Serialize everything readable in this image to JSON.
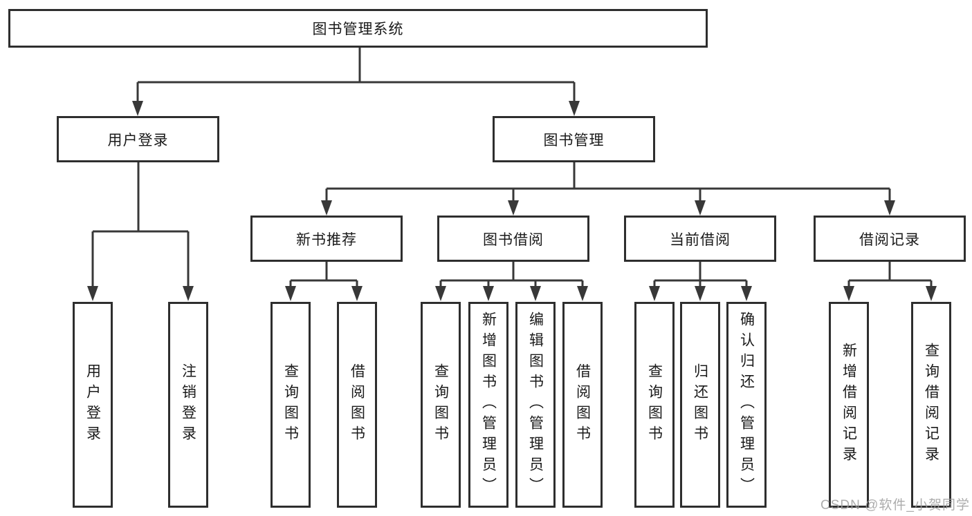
{
  "page": {
    "background_color": "#ffffff",
    "line_color": "#383838",
    "box_border_color": "#2e2e2e",
    "text_color": "#1a1a1a",
    "watermark": {
      "text": "CSDN @软件_小贺同学",
      "color": "#9e9e9e"
    }
  },
  "tree": {
    "root": {
      "label": "图书管理系统"
    },
    "branches": [
      {
        "label": "用户登录",
        "children": [
          {
            "label": "用户登录"
          },
          {
            "label": "注销登录"
          }
        ]
      },
      {
        "label": "图书管理",
        "children": [
          {
            "label": "新书推荐",
            "children": [
              {
                "label": "查询图书"
              },
              {
                "label": "借阅图书"
              }
            ]
          },
          {
            "label": "图书借阅",
            "children": [
              {
                "label": "查询图书"
              },
              {
                "label": "新增图书（管理员）"
              },
              {
                "label": "编辑图书（管理员）"
              },
              {
                "label": "借阅图书"
              }
            ]
          },
          {
            "label": "当前借阅",
            "children": [
              {
                "label": "查询图书"
              },
              {
                "label": "归还图书"
              },
              {
                "label": "确认归还（管理员）"
              }
            ]
          },
          {
            "label": "借阅记录",
            "children": [
              {
                "label": "新增借阅记录"
              },
              {
                "label": "查询借阅记录"
              }
            ]
          }
        ]
      }
    ]
  }
}
